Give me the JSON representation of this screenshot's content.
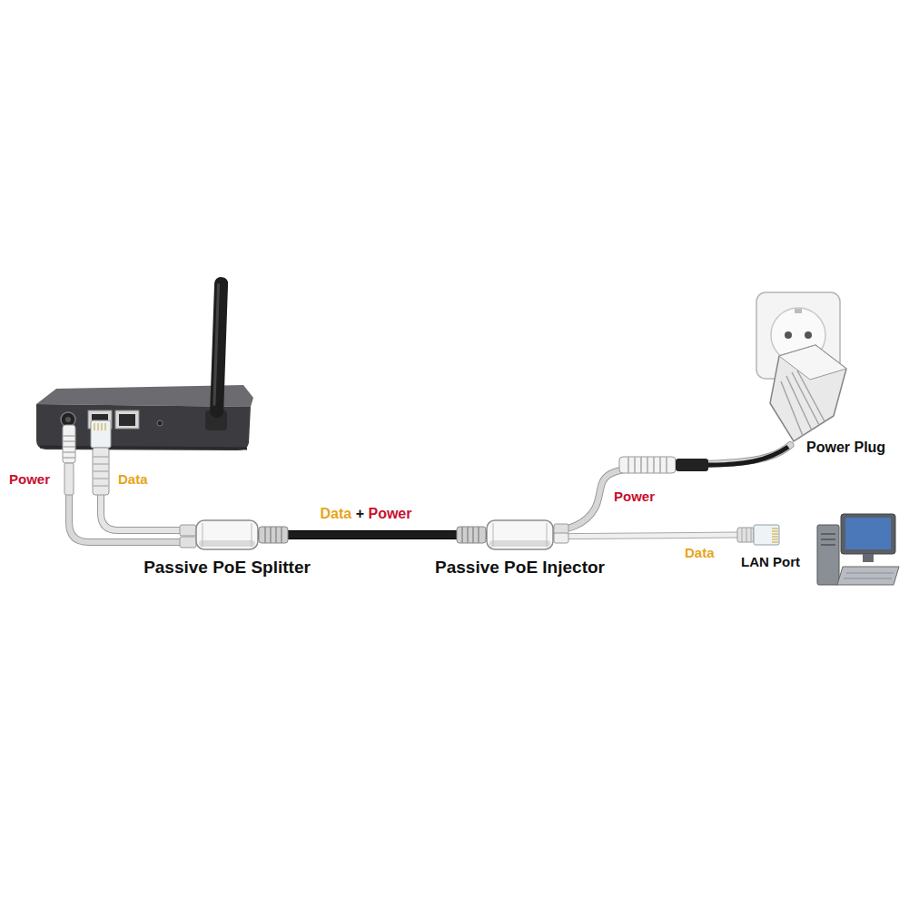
{
  "diagram": {
    "nodes": [
      {
        "text": [
          "Passive PoE Splitter"
        ]
      },
      {
        "text": [
          "Passive PoE Injector"
        ]
      },
      {
        "text": [
          "Power Plug"
        ]
      },
      {
        "text": [
          "LAN Port"
        ]
      }
    ],
    "edges": [
      {
        "from": 0,
        "to": 1,
        "arrow": "none",
        "label": "Data + Power"
      },
      {
        "from": 1,
        "to": 2,
        "arrow": "none",
        "label": "Power"
      },
      {
        "from": 1,
        "to": 3,
        "arrow": "none",
        "label": "Data"
      }
    ],
    "labels": [
      "Power",
      "Data"
    ]
  }
}
